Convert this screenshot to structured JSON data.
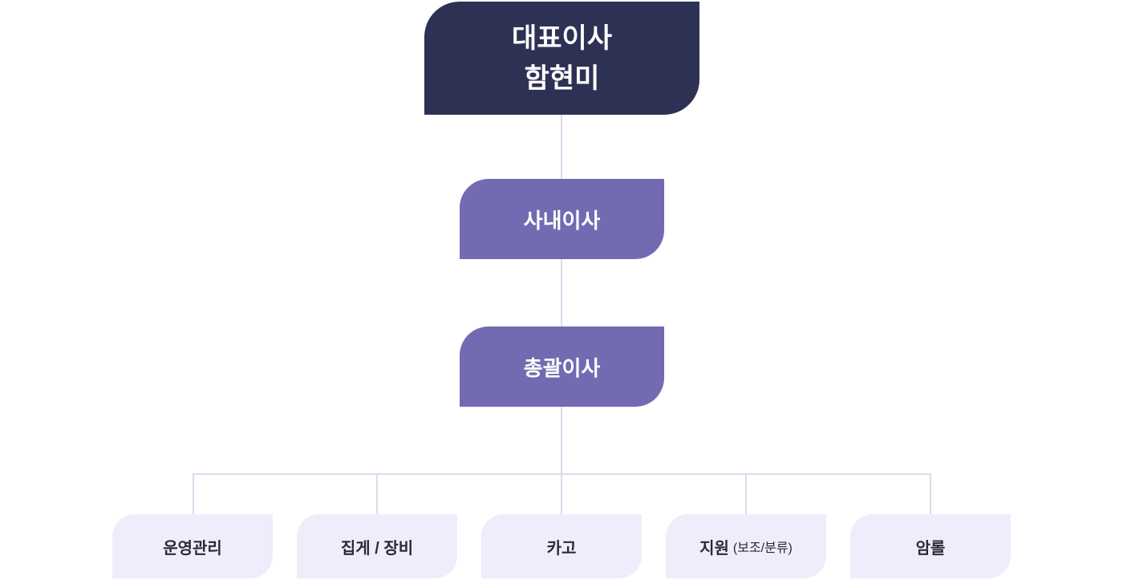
{
  "ceo": {
    "title": "대표이사",
    "name": "함현미"
  },
  "levels": [
    {
      "label": "사내이사"
    },
    {
      "label": "총괄이사"
    }
  ],
  "departments": [
    {
      "label": "운영관리",
      "sub": ""
    },
    {
      "label": "집게 / 장비",
      "sub": ""
    },
    {
      "label": "카고",
      "sub": ""
    },
    {
      "label": "지원",
      "sub": "(보조/분류)"
    },
    {
      "label": "암롤",
      "sub": ""
    }
  ],
  "colors": {
    "ceo": "#2d3254",
    "director": "#736bb1",
    "department": "#eeedfc",
    "connector": "#dcdbee"
  }
}
